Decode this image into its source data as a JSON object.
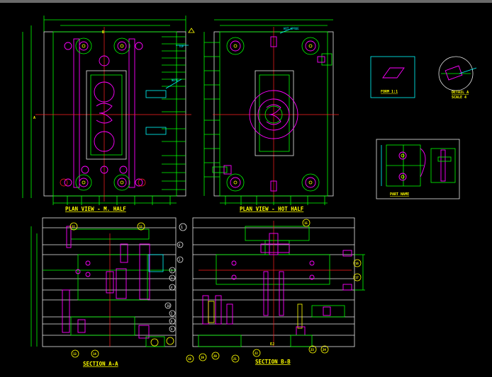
{
  "drawing": {
    "views": {
      "plan_mf": "PLAN VIEW - M. HALF",
      "plan_hot": "PLAN VIEW - HOT HALF",
      "section_aa": "SECTION A-A",
      "section_bb": "SECTION B-B",
      "detail_a": "DETAIL A",
      "detail_scale": "SCALE 4",
      "form": "FORM 1:1",
      "part": "PART NAME"
    },
    "balloons_aa_right": [
      "1",
      "2",
      "3",
      "4",
      "5",
      "6",
      "7",
      "8",
      "9",
      "10"
    ],
    "balloons_aa_left": [
      "11",
      "12",
      "13",
      "14"
    ],
    "balloons_bb": [
      "15",
      "16",
      "17",
      "18",
      "19",
      "20",
      "21",
      "22",
      "23",
      "24"
    ]
  },
  "colors": {
    "background": "#000000",
    "outline": "#00ff00",
    "title": "#ffff00",
    "parts": "#ff00ff",
    "center": "#ff2020",
    "dims": "#00ffff"
  }
}
